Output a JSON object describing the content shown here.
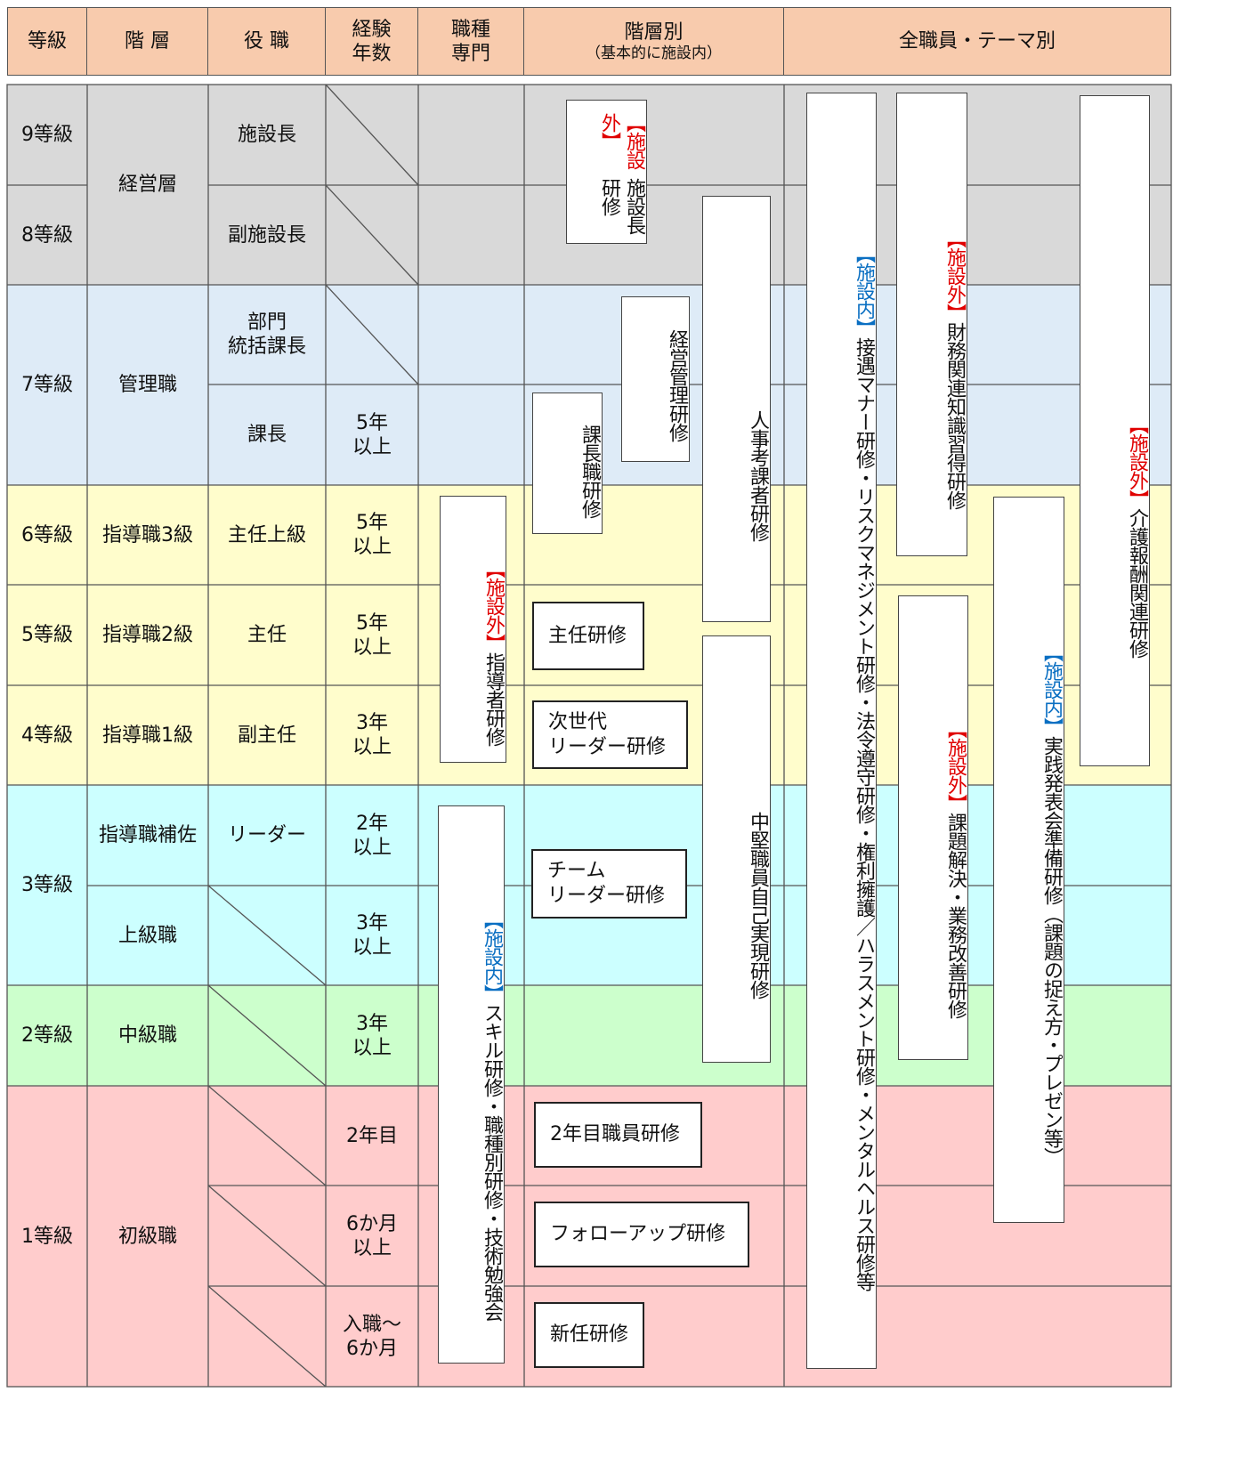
{
  "header": {
    "grade": "等級",
    "layer": "階 層",
    "position": "役 職",
    "experience": "経験\n年数",
    "specialty": "職種\n専門",
    "by_layer": "階層別",
    "by_layer_note": "（基本的に施設内）",
    "all_staff": "全職員・テーマ別"
  },
  "colors": {
    "header": "#f8cbad",
    "band_manager_exec": "#d9d9d9",
    "band_manager": "#deebf7",
    "band_leader": "#fffdcc",
    "band_assistant": "#ccffff",
    "band_middle": "#ccffcc",
    "band_junior": "#ffcccc",
    "tag_outside": "#e00000",
    "tag_inside": "#0a6fc2"
  },
  "rows": [
    {
      "grade": "9等級",
      "position": "施設長",
      "experience": ""
    },
    {
      "grade": "8等級",
      "position": "副施設長",
      "experience": ""
    },
    {
      "grade": "",
      "position": "部門\n統括課長",
      "experience": ""
    },
    {
      "grade": "",
      "position": "課長",
      "experience": "5年\n以上"
    },
    {
      "grade": "6等級",
      "position": "主任上級",
      "experience": "5年\n以上"
    },
    {
      "grade": "5等級",
      "position": "主任",
      "experience": "5年\n以上"
    },
    {
      "grade": "4等級",
      "position": "副主任",
      "experience": "3年\n以上"
    },
    {
      "grade": "",
      "position": "リーダー",
      "experience": "2年\n以上"
    },
    {
      "grade": "",
      "position": "",
      "experience": "3年\n以上"
    },
    {
      "grade": "2等級",
      "position": "",
      "experience": "3年\n以上"
    },
    {
      "grade": "",
      "position": "",
      "experience": "2年目"
    },
    {
      "grade": "",
      "position": "",
      "experience": "6か月\n以上"
    },
    {
      "grade": "",
      "position": "",
      "experience": "入職～\n6か月"
    }
  ],
  "merged_grades": {
    "g7": "7等級",
    "g3": "3等級",
    "g1": "1等級"
  },
  "layers": {
    "executive": "経営層",
    "manager": "管理職",
    "leader3": "指導職3級",
    "leader2": "指導職2級",
    "leader1": "指導職1級",
    "assistant": "指導職補佐",
    "senior": "上級職",
    "middle": "中級職",
    "junior": "初級職"
  },
  "trainings": {
    "director": {
      "tag": "【施設外】",
      "title": "施設長研修"
    },
    "management": {
      "title": "経営管理研修"
    },
    "section_chief": {
      "title": "課長職研修"
    },
    "evaluator": {
      "title": "人事考課者研修"
    },
    "instructor": {
      "tag": "【施設外】",
      "title": "指導者研修"
    },
    "skill": {
      "tag": "【施設内】",
      "title": "スキル研修・職種別研修・技術勉強会"
    },
    "self_realization": {
      "title": "中堅職員自己実現研修"
    },
    "manners": {
      "tag": "【施設内】",
      "title": "接遇マナー研修・リスクマネジメント研修・法令遵守研修・権利擁護／ハラスメント研修・メンタルヘルス研修等"
    },
    "finance": {
      "tag": "【施設外】",
      "title": "財務関連知識習得研修"
    },
    "problem_solving": {
      "tag": "【施設外】",
      "title": "課題解決・業務改善研修"
    },
    "presentation": {
      "tag": "【施設内】",
      "title": "実践発表会準備研修（課題の捉え方・プレゼン等）"
    },
    "care_fee": {
      "tag": "【施設外】",
      "title": "介護報酬関連研修"
    },
    "chief": {
      "lines": [
        "主任研修"
      ]
    },
    "next_gen": {
      "lines": [
        "次世代",
        "リーダー研修"
      ]
    },
    "team_leader": {
      "lines": [
        "チーム",
        "リーダー研修"
      ]
    },
    "second_year": {
      "lines": [
        "2年目職員研修"
      ]
    },
    "follow_up": {
      "lines": [
        "フォローアップ研修"
      ]
    },
    "new_staff": {
      "lines": [
        "新任研修"
      ]
    }
  }
}
